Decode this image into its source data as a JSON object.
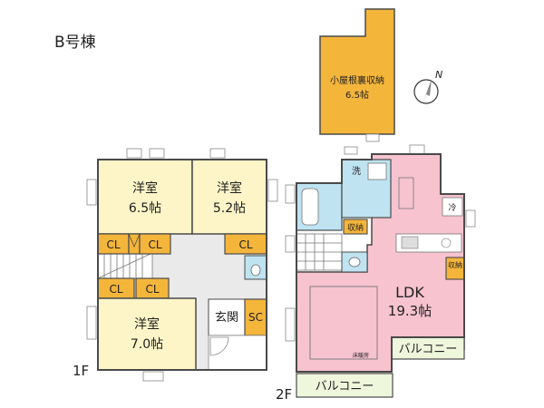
{
  "building_label": "B号棟",
  "floor1": {
    "label": "1F",
    "room_a": {
      "name": "洋室",
      "size": "6.5帖"
    },
    "room_b": {
      "name": "洋室",
      "size": "5.2帖"
    },
    "room_c": {
      "name": "洋室",
      "size": "7.0帖"
    },
    "closet": "CL",
    "entrance": "玄関",
    "shoe_closet": "SC"
  },
  "floor2": {
    "label": "2F",
    "attic": {
      "name": "小屋根裏収納",
      "size": "6.5帖"
    },
    "ldk": {
      "name": "LDK",
      "size": "19.3帖"
    },
    "washroom": "洗",
    "storage": "収納",
    "refrigerator": "冷",
    "floor_heating": "床暖房",
    "balcony": "バルコニー"
  },
  "compass": {
    "label": "N"
  },
  "colors": {
    "bedroom": "#fdf5c7",
    "closet": "#f4b53b",
    "attic": "#f4b53b",
    "ldk": "#f6c3cf",
    "wet": "#bfe3f1",
    "balcony": "#eef6dc",
    "corridor": "#eaeaea",
    "wall": "#4a4a4a"
  }
}
